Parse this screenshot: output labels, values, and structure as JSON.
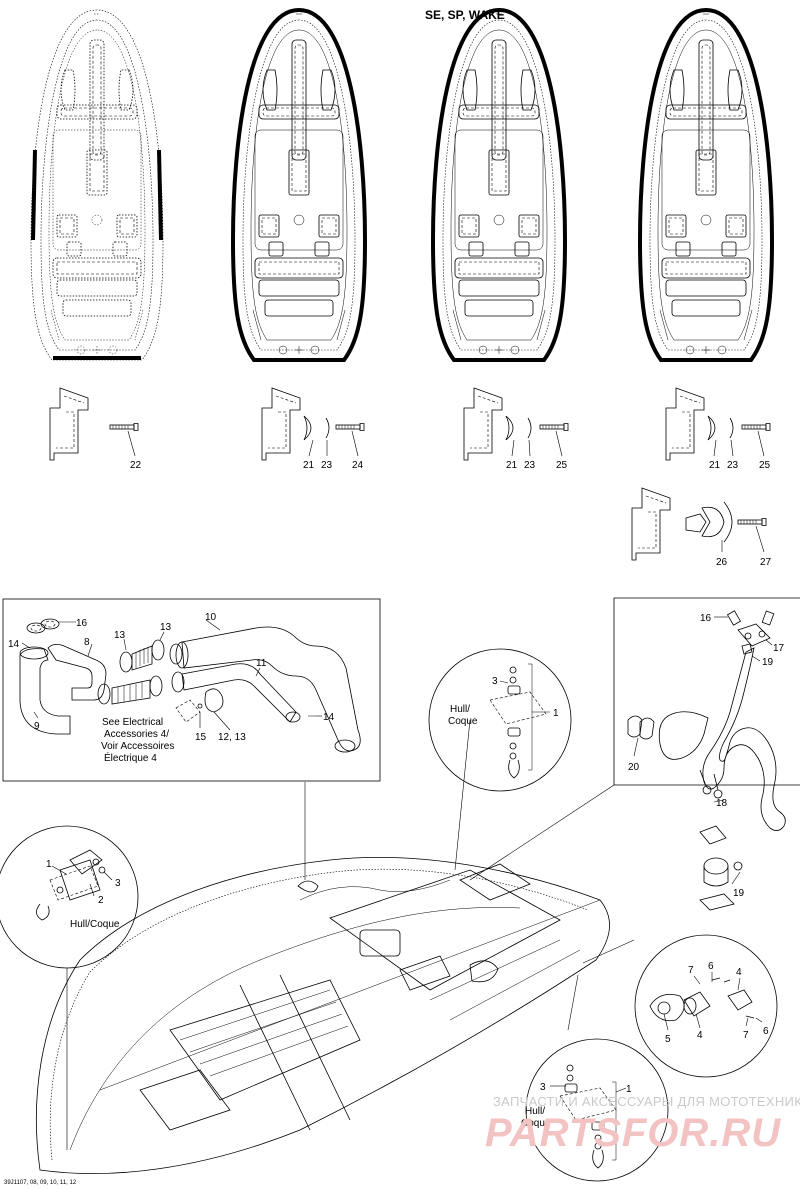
{
  "header": {
    "title": "SE, SP, WAKE"
  },
  "footer": {
    "code": "39J1107, 08, 09, 10, 11, 12"
  },
  "watermark": {
    "line1": "ЗАПЧАСТИ И АКСЕССУАРЫ ДЛЯ МОТОТЕХНИКИ",
    "line2": "PARTSFOR.RU"
  },
  "labels": {
    "hull_coque": "Hull/\nCoque",
    "hull_coque_inline": "Hull/Coque",
    "see_electrical_1": "See Electrical",
    "see_electrical_2": "Accessories 4/",
    "see_electrical_3": "Voir Accessoires",
    "see_electrical_4": "Électrique 4"
  },
  "callouts": {
    "row1": [
      "22",
      "21",
      "23",
      "24",
      "21",
      "23",
      "25",
      "21",
      "23",
      "25"
    ],
    "row2": [
      "26",
      "27"
    ],
    "hose_box": [
      "16",
      "14",
      "8",
      "13",
      "13",
      "10",
      "11",
      "9",
      "15",
      "12, 13",
      "14"
    ],
    "right_box": [
      "16",
      "17",
      "19",
      "20",
      "18",
      "19"
    ],
    "circle_top": [
      "3",
      "1"
    ],
    "circle_left": [
      "1",
      "2",
      "3"
    ],
    "circle_right": [
      "7",
      "6",
      "4",
      "5",
      "4",
      "7",
      "6"
    ],
    "circle_bottom": [
      "3",
      "1"
    ]
  }
}
